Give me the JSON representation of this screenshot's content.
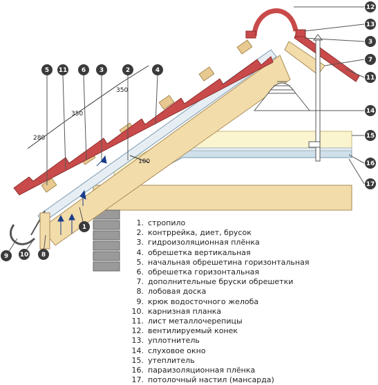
{
  "callouts": [
    "1",
    "2",
    "3",
    "4",
    "5",
    "6",
    "7",
    "8",
    "9",
    "10",
    "11",
    "12",
    "13",
    "14",
    "15",
    "16",
    "17"
  ],
  "dimensions": {
    "d350a": "350",
    "d350b": "350",
    "d280": "280",
    "d100": "100"
  },
  "legend": [
    {
      "num": "1.",
      "text": "стропило"
    },
    {
      "num": "2.",
      "text": "контррейка, диет, брусок"
    },
    {
      "num": "3.",
      "text": "гидроизоляционная плёнка"
    },
    {
      "num": "4.",
      "text": "обрешетка вертикальная"
    },
    {
      "num": "5.",
      "text": "начальная обрешетина горизонтальная"
    },
    {
      "num": "6.",
      "text": "обрешетка горизонтальная"
    },
    {
      "num": "7.",
      "text": "дополнительные бруски обрешетки"
    },
    {
      "num": "8.",
      "text": "лобовая доска"
    },
    {
      "num": "9.",
      "text": "крюк водосточного желоба"
    },
    {
      "num": "10.",
      "text": "карнизная планка"
    },
    {
      "num": "11.",
      "text": "лист металлочерепицы"
    },
    {
      "num": "12.",
      "text": "вентилируемый конек"
    },
    {
      "num": "13.",
      "text": "уплотнитель"
    },
    {
      "num": "14.",
      "text": "слуховое окно"
    },
    {
      "num": "15.",
      "text": "утеплитель"
    },
    {
      "num": "16.",
      "text": "параизоляционная плёнка"
    },
    {
      "num": "17.",
      "text": "потолочный настил (мансарда)"
    }
  ],
  "colors": {
    "tile": "#c94a4a",
    "wood": "#f2dcaa",
    "insulation": "#fbf5cf",
    "brick": "#9a9a9a",
    "callout": "#3a3a3a"
  }
}
